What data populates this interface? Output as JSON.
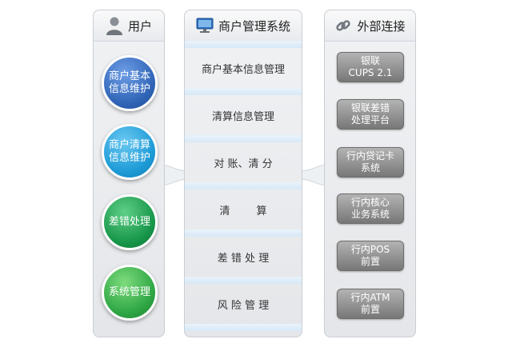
{
  "left_panel": {
    "title": "用户",
    "items": [
      {
        "label": "商户基本\n信息维护",
        "color": "#2f64b6"
      },
      {
        "label": "商户清算\n信息维护",
        "color": "#1c9ad6"
      },
      {
        "label": "差错处理",
        "color": "#17964a"
      },
      {
        "label": "系统管理",
        "color": "#2ea644"
      }
    ]
  },
  "middle_panel": {
    "title": "商户管理系统",
    "items": [
      {
        "label": "商户基本信息管理"
      },
      {
        "label": "清算信息管理"
      },
      {
        "label": "对 账、清 分"
      },
      {
        "label": "清        算"
      },
      {
        "label": "差 错 处 理"
      },
      {
        "label": "风 险 管 理"
      }
    ]
  },
  "right_panel": {
    "title": "外部连接",
    "items": [
      {
        "label": "银联\nCUPS 2.1"
      },
      {
        "label": "银联差错\n处理平台"
      },
      {
        "label": "行内贷记卡\n系统"
      },
      {
        "label": "行内核心\n业务系统"
      },
      {
        "label": "行内POS\n前置"
      },
      {
        "label": "行内ATM\n前置"
      }
    ]
  }
}
